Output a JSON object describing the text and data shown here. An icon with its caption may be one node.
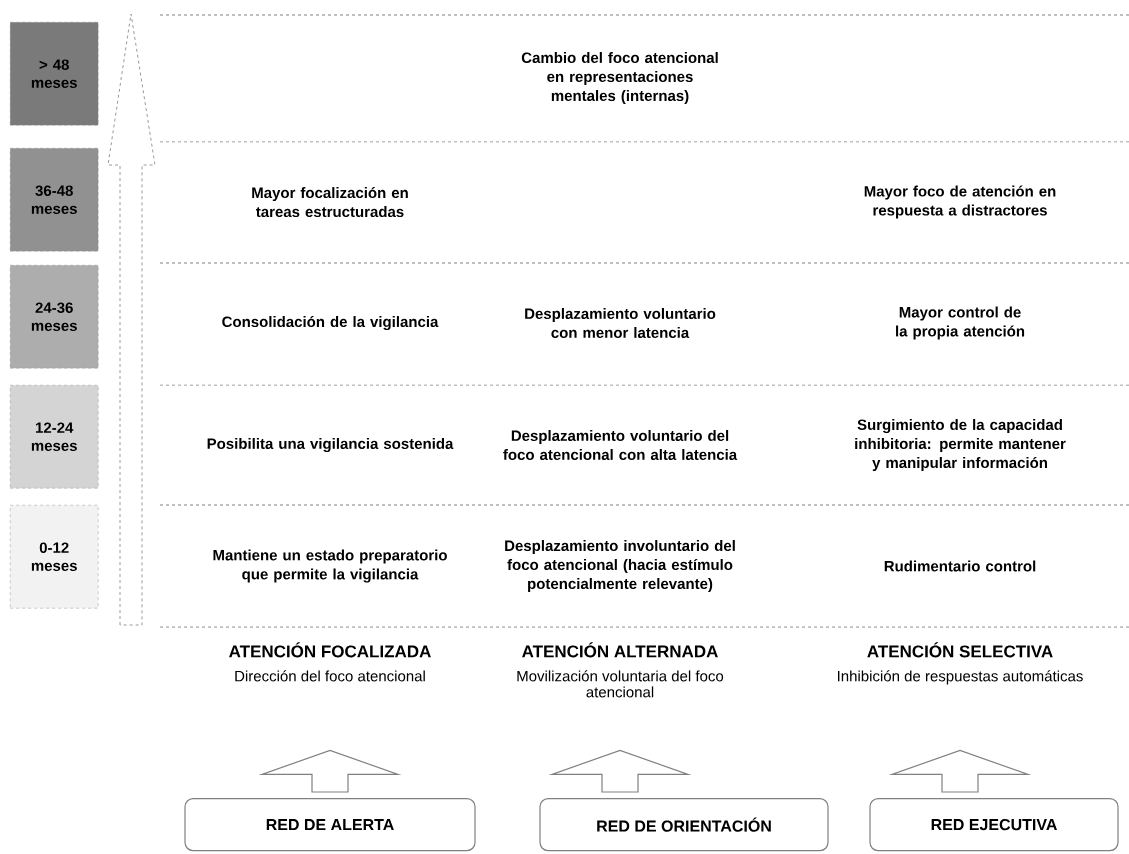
{
  "diagram": {
    "nodes": [
      {
        "text": [
          "> 48 meses"
        ]
      },
      {
        "text": [
          "36-48 meses"
        ]
      },
      {
        "text": [
          "24-36 meses"
        ]
      },
      {
        "text": [
          "12-24 meses"
        ]
      },
      {
        "text": [
          "0-12 meses"
        ]
      },
      {
        "text": [
          "ATENCIÓN FOCALIZADA",
          "Dirección del foco atencional"
        ]
      },
      {
        "text": [
          "ATENCIÓN ALTERNADA",
          "Movilización voluntaria del foco atencional"
        ]
      },
      {
        "text": [
          "ATENCIÓN SELECTIVA",
          "Inhibición de respuestas automáticas"
        ]
      },
      {
        "text": [
          "RED DE ALERTA"
        ]
      },
      {
        "text": [
          "RED DE ORIENTACIÓN"
        ]
      },
      {
        "text": [
          "RED EJECUTIVA"
        ]
      }
    ],
    "edges": [
      {
        "from": 8,
        "to": 5,
        "arrow": "to"
      },
      {
        "from": 9,
        "to": 6,
        "arrow": "to"
      },
      {
        "from": 10,
        "to": 7,
        "arrow": "to"
      }
    ],
    "labels": [
      "Cambio del foco atencional en representaciones mentales (internas)",
      "Mayor focalización en tareas estructuradas",
      "Mayor foco de atención en respuesta a distractores",
      "Consolidación de la vigilancia",
      "Desplazamiento voluntario con menor latencia",
      "Mayor control de la propia atención",
      "Posibilita una vigilancia sostenida",
      "Desplazamiento voluntario del foco atencional con alta latencia",
      "Surgimiento de la capacidad inhibitoria: permite mantener y manipular información",
      "Mantiene un estado preparatorio que permite la vigilancia",
      "Desplazamiento involuntario del foco atencional (hacia estímulo potencialmente relevante)",
      "Rudimentario control"
    ]
  }
}
